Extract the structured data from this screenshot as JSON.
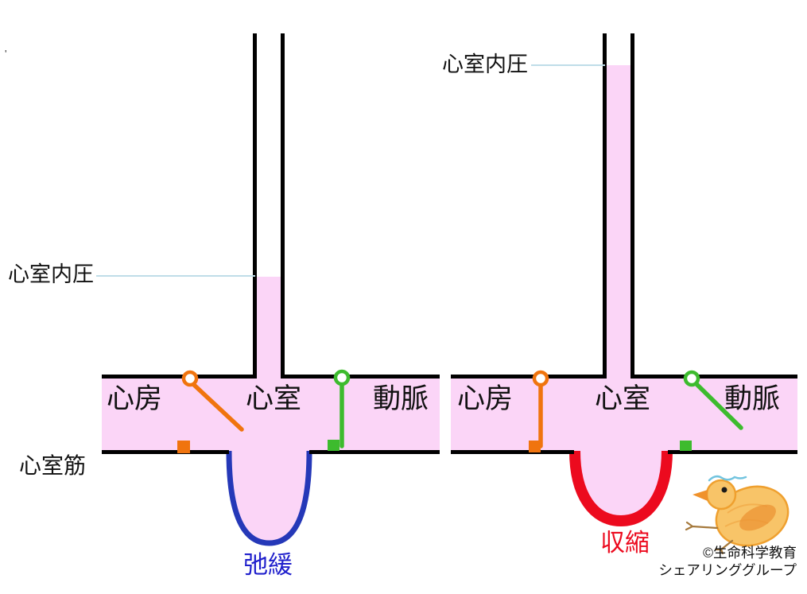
{
  "colors": {
    "pink": "#FBD5F7",
    "ink": "#000000",
    "orange": "#F0740E",
    "green": "#3DBB2E",
    "blue": "#2538B8",
    "blue_text": "#2020CC",
    "red": "#EC0A1E",
    "leader": "#BFDDE8"
  },
  "left_panel": {
    "pressure_label": "心室内圧",
    "atrium_label": "心房",
    "ventricle_label": "心室",
    "artery_label": "動脈",
    "muscle_label": "心室筋",
    "state_label": "弛緩"
  },
  "right_panel": {
    "pressure_label": "心室内圧",
    "atrium_label": "心房",
    "ventricle_label": "心室",
    "artery_label": "動脈",
    "state_label": "収縮"
  },
  "credit": {
    "line1": "©生命科学教育",
    "line2": "シェアリンググループ"
  },
  "stray_mark": "'"
}
